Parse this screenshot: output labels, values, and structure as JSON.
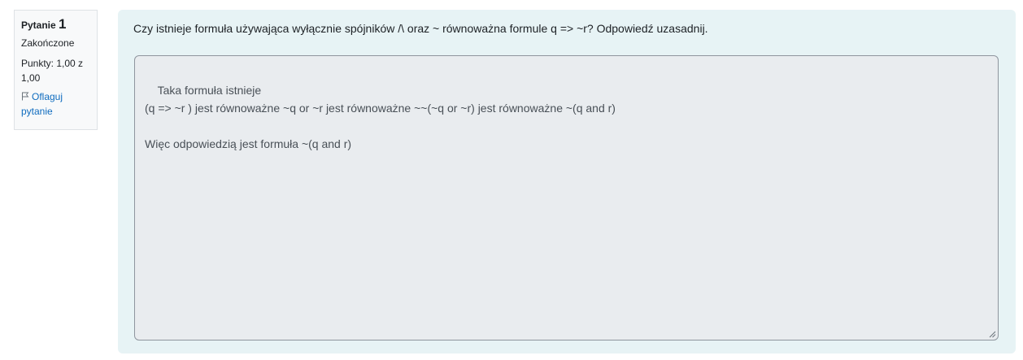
{
  "question_info": {
    "label": "Pytanie",
    "number": "1",
    "state": "Zakończone",
    "grade": "Punkty: 1,00 z 1,00",
    "flag_label": "Oflaguj pytanie",
    "flag_icon": "flag-icon"
  },
  "question": {
    "text": "Czy istnieje formuła używająca wyłącznie spójników /\\ oraz ~ równoważna formule q => ~r? Odpowiedź uzasadnij.",
    "answer": "Taka formuła istnieje\n(q => ~r ) jest równoważne ~q or ~r jest równoważne ~~(~q or ~r) jest równoważne ~(q and r)\n\nWięc odpowiedzią jest formuła ~(q and r)"
  },
  "colors": {
    "info_bg": "#f8f9fa",
    "content_bg": "#e7f3f5",
    "answer_bg": "#e9ecef",
    "link": "#0f6cbf"
  }
}
